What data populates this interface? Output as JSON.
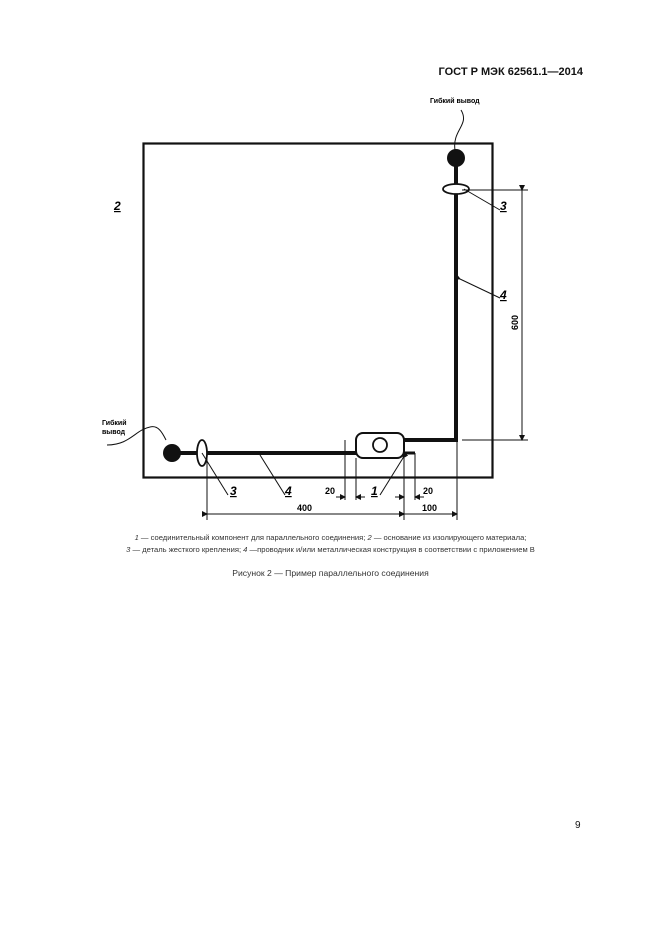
{
  "header": {
    "standard": "ГОСТ Р МЭК 62561.1—2014"
  },
  "figure": {
    "flex_lead_top": "Гибкий вывод",
    "flex_lead_left_line1": "Гибкий",
    "flex_lead_left_line2": "вывод",
    "labels": {
      "base": "2",
      "clamp_bottom": "3",
      "conductor_bottom": "4",
      "component": "1",
      "clamp_top": "3",
      "conductor_right": "4"
    },
    "dimensions": {
      "vertical": "600",
      "horizontal_long": "400",
      "horizontal_short": "100",
      "gap_left": "20",
      "gap_right": "20"
    }
  },
  "legend": {
    "line1_num1": "1",
    "line1_text1": " — соединительный компонент для параллельного соединения; ",
    "line1_num2": "2",
    "line1_text2": " — основание из изолирующего материала;",
    "line2_num1": "3",
    "line2_text1": " — деталь жесткого крепления; ",
    "line2_num2": "4",
    "line2_text2": " —проводник и/или металлическая конструкция в соответствии с приложением В"
  },
  "caption": "Рисунок  2 — Пример параллельного соединения",
  "page_number": "9"
}
